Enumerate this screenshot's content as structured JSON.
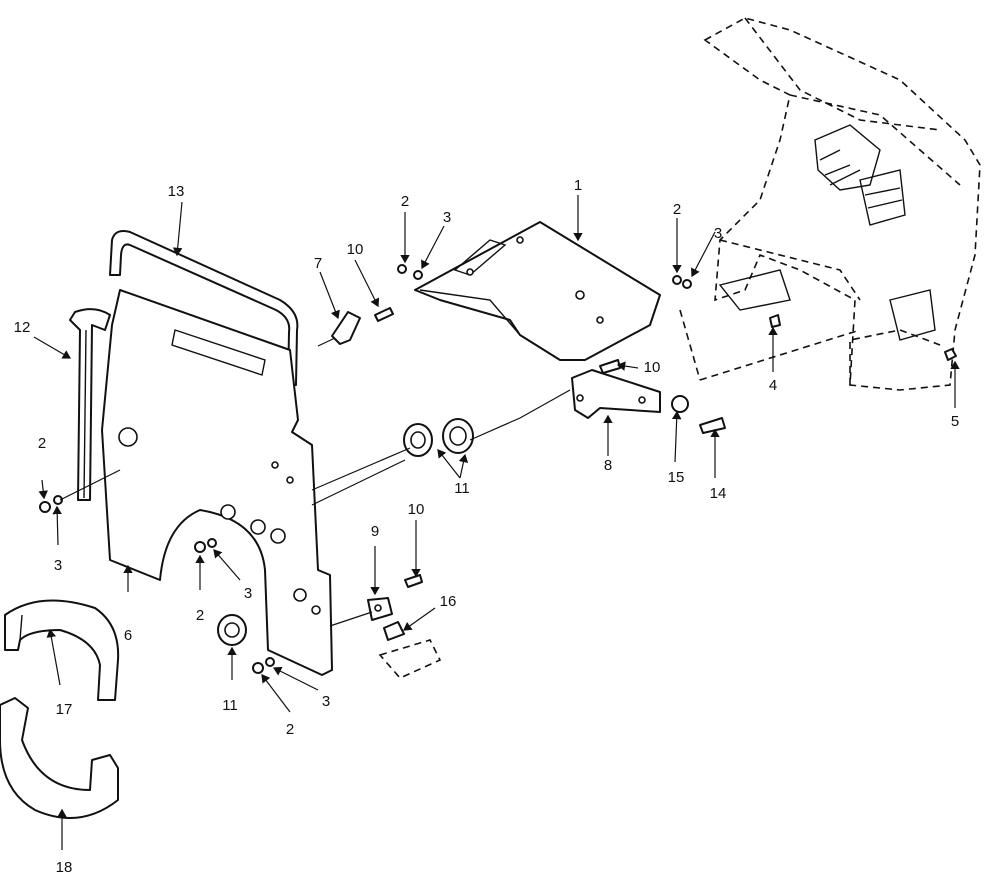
{
  "diagram": {
    "callouts": [
      "1",
      "2",
      "3",
      "4",
      "5",
      "6",
      "7",
      "8",
      "9",
      "10",
      "11",
      "12",
      "13",
      "14",
      "15",
      "16",
      "17",
      "18"
    ],
    "extra_callouts": [
      "2",
      "2",
      "2",
      "2",
      "3",
      "3",
      "3",
      "3",
      "10",
      "10",
      "11",
      "11"
    ]
  }
}
